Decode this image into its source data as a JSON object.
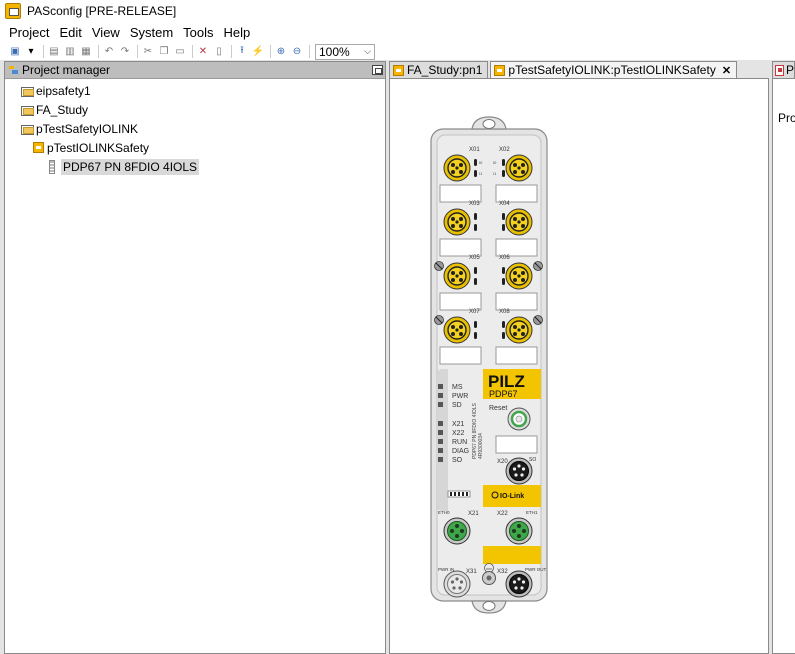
{
  "window": {
    "title": "PASconfig [PRE-RELEASE]"
  },
  "menu": [
    "Project",
    "Edit",
    "View",
    "System",
    "Tools",
    "Help"
  ],
  "toolbar": {
    "zoom": "100%"
  },
  "project_manager": {
    "title": "Project manager",
    "tree": [
      {
        "label": "eipsafety1",
        "type": "folder",
        "level": 1
      },
      {
        "label": "FA_Study",
        "type": "folder",
        "level": 1
      },
      {
        "label": "pTestSafetyIOLINK",
        "type": "folder",
        "level": 1
      },
      {
        "label": "pTestIOLINKSafety",
        "type": "project",
        "level": 2
      },
      {
        "label": "PDP67 PN 8FDIO 4IOLS",
        "type": "device",
        "level": 3
      }
    ]
  },
  "tabs": [
    {
      "label": "FA_Study:pn1"
    },
    {
      "label": "pTestSafetyIOLINK:pTestIOLINKSafety",
      "active": true
    }
  ],
  "right_tab": {
    "label": "P"
  },
  "right_panel": {
    "text": "Pro"
  },
  "device": {
    "connectors_top": [
      "X01",
      "X02",
      "X03",
      "X04",
      "X05",
      "X06",
      "X07",
      "X08"
    ],
    "pin_labels": [
      "I0",
      "I0",
      "I1",
      "I1"
    ],
    "status_leds": [
      "MS",
      "PWR",
      "SD",
      "X21",
      "X22",
      "RUN",
      "DIAG",
      "SO"
    ],
    "brand": "PILZ",
    "model": "PDP67",
    "reset": "Reset",
    "vertical_text": "PDP67 PN 8FDIO 4IOLS",
    "part_no": "4R9300034",
    "io_link": "IO-Link",
    "x20": "X20",
    "x21": "X21",
    "x22": "X22",
    "x31": "X31",
    "x32": "X32",
    "eth_in": "ETH0",
    "eth_out": "ETH1",
    "pwr_in": "PWR IN",
    "pwr_out": "PWR OUT",
    "so": "SO"
  }
}
